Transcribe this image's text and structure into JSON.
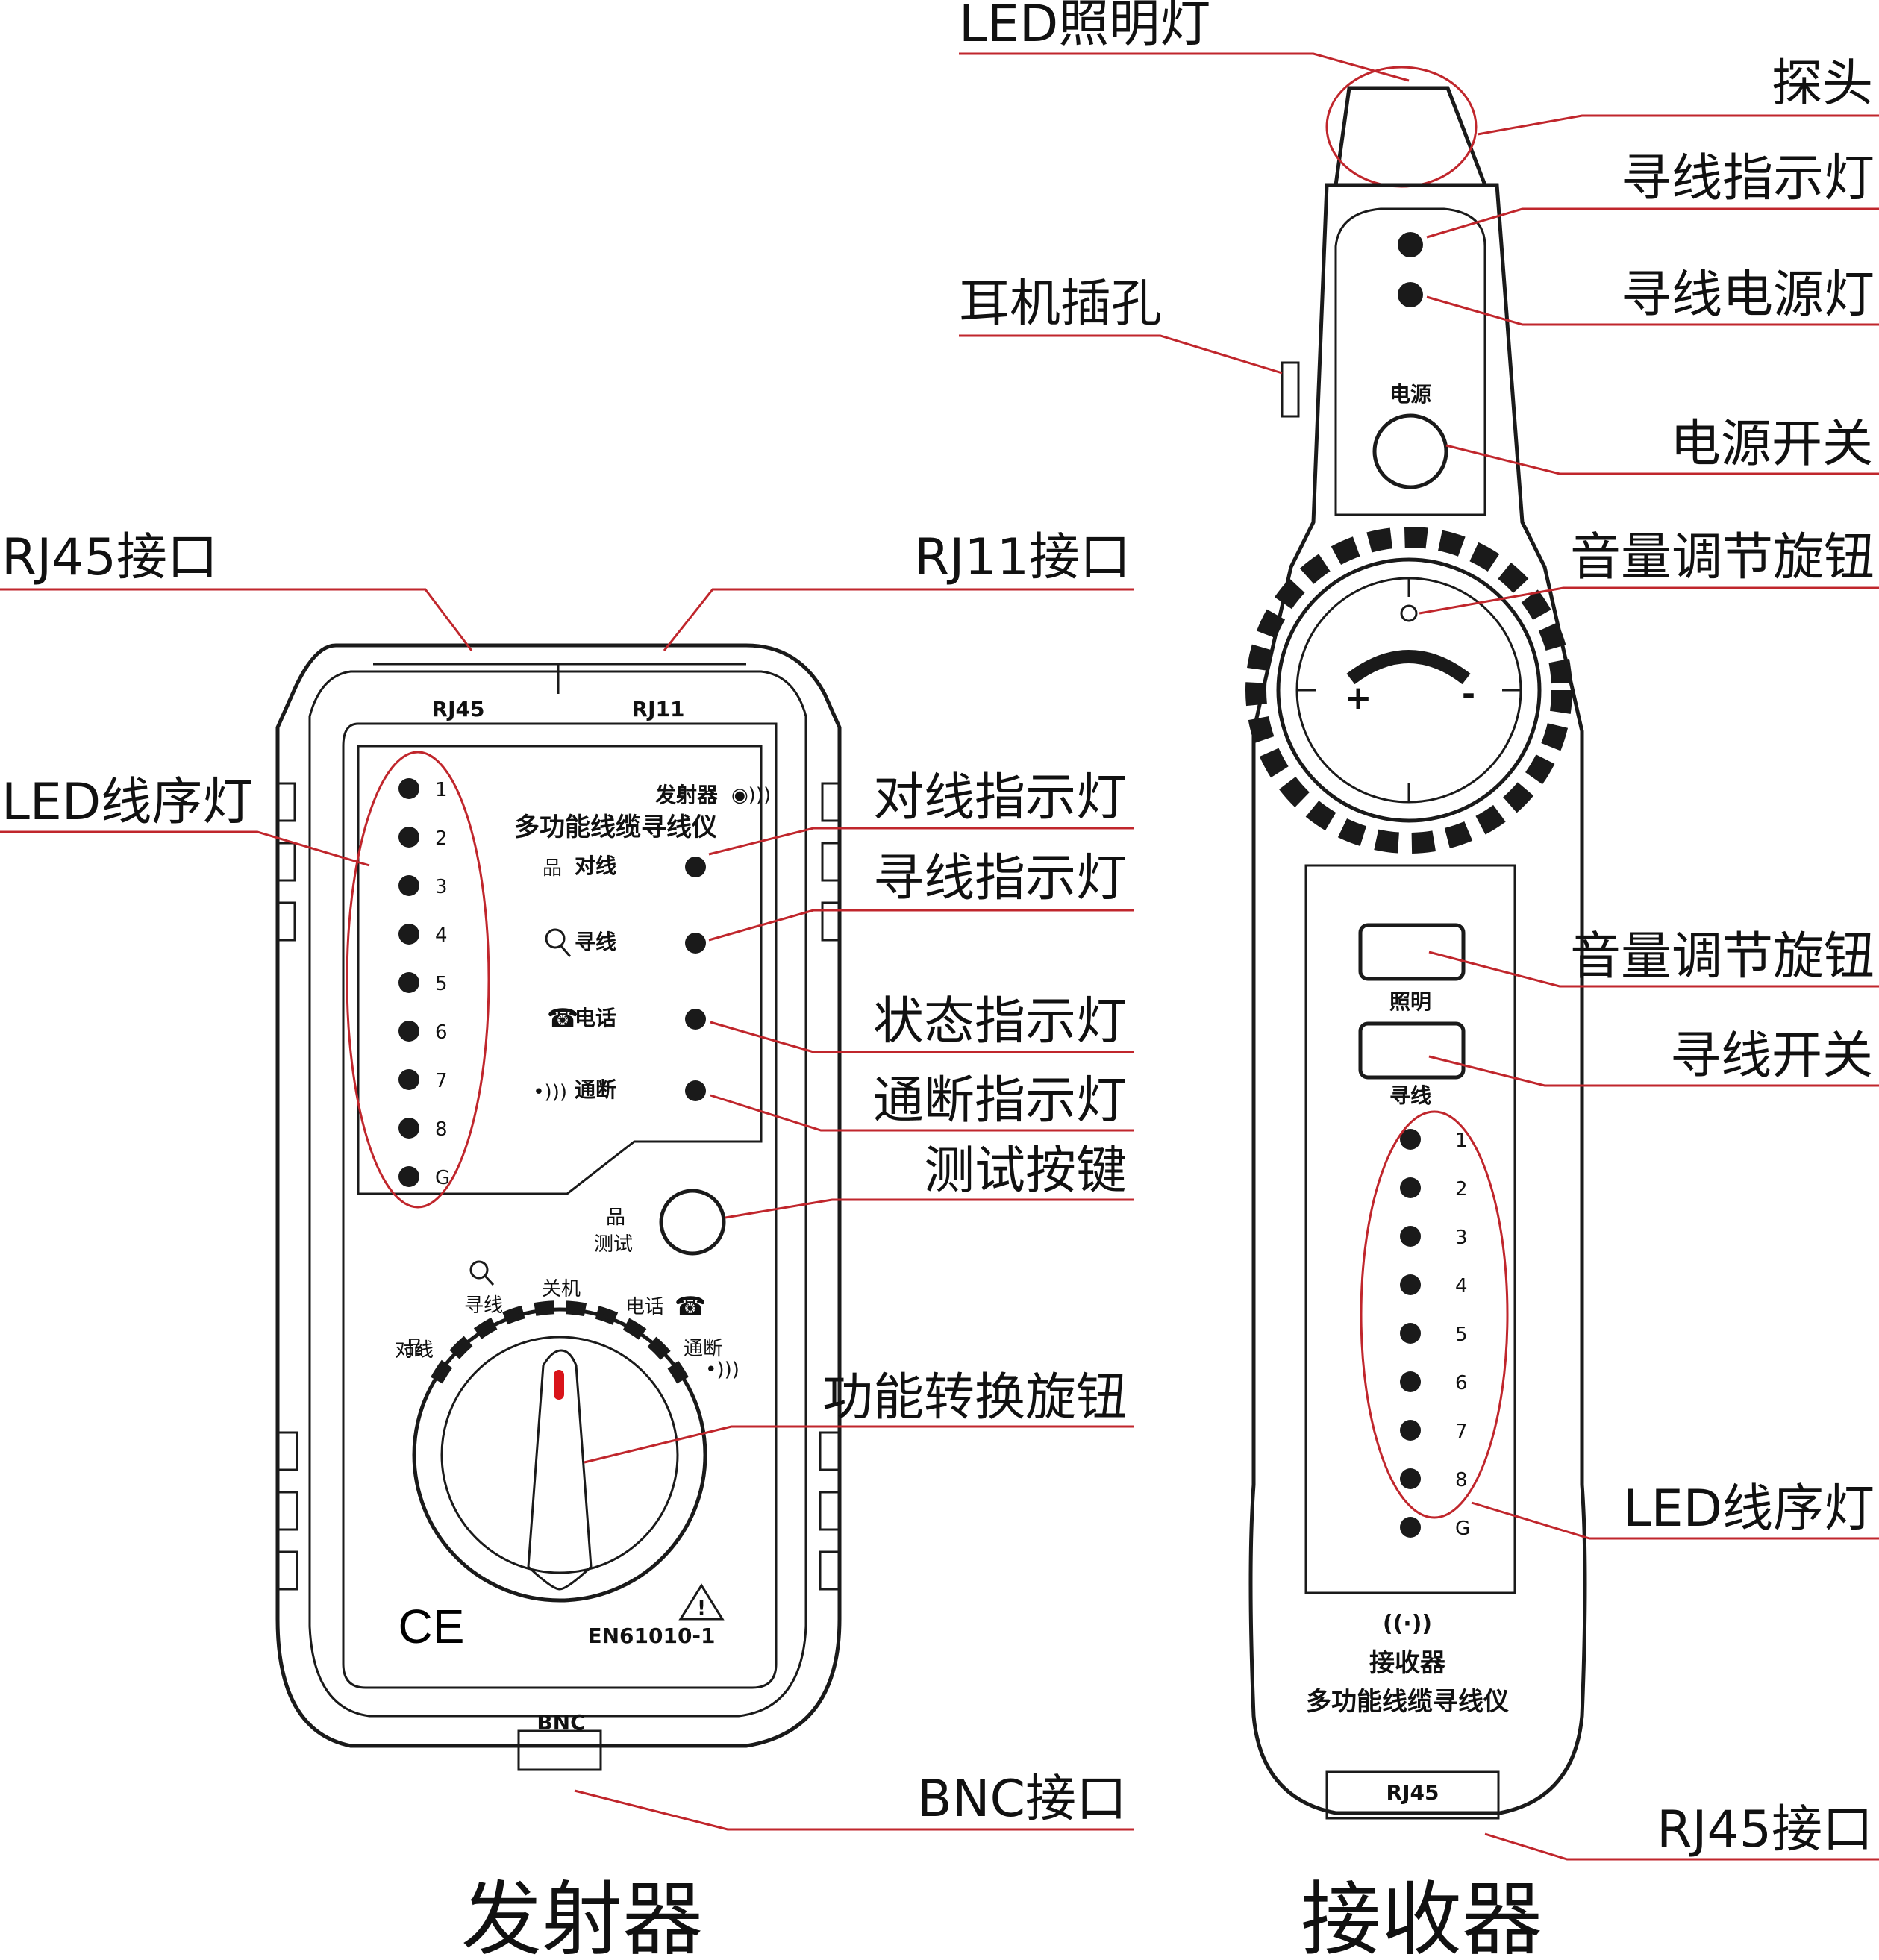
{
  "captions": {
    "transmitter": "发射器",
    "receiver": "接收器"
  },
  "transmitter": {
    "port_rj45": "RJ45",
    "port_rj11": "RJ11",
    "port_bnc": "BNC",
    "badge": "发射器",
    "product_name": "多功能线缆寻线仪",
    "led_labels": [
      "1",
      "2",
      "3",
      "4",
      "5",
      "6",
      "7",
      "8",
      "G"
    ],
    "indicators": [
      "对线",
      "寻线",
      "电话",
      "通断"
    ],
    "test_label": "测试",
    "dial_labels": [
      "对线",
      "寻线",
      "关机",
      "电话",
      "通断"
    ],
    "ce_mark": "CE",
    "standard": "EN61010-1"
  },
  "receiver": {
    "power_label": "电源",
    "dial_plus": "+",
    "dial_minus": "-",
    "light_button": "照明",
    "trace_button": "寻线",
    "led_labels": [
      "1",
      "2",
      "3",
      "4",
      "5",
      "6",
      "7",
      "8",
      "G"
    ],
    "name": "接收器",
    "product_name": "多功能线缆寻线仪",
    "port_rj45": "RJ45"
  },
  "callouts": {
    "tx_rj45": "RJ45接口",
    "tx_rj11": "RJ11接口",
    "tx_led_seq": "LED线序灯",
    "tx_pair_led": "对线指示灯",
    "tx_trace_led": "寻线指示灯",
    "tx_status_led": "状态指示灯",
    "tx_continuity_led": "通断指示灯",
    "tx_test_key": "测试按键",
    "tx_function_knob": "功能转换旋钮",
    "tx_bnc": "BNC接口",
    "rx_led_light": "LED照明灯",
    "rx_probe": "探头",
    "rx_trace_led": "寻线指示灯",
    "rx_power_led": "寻线电源灯",
    "rx_earphone": "耳机插孔",
    "rx_power_switch": "电源开关",
    "rx_volume_knob": "音量调节旋钮",
    "rx_light_button": "音量调节旋钮",
    "rx_trace_switch": "寻线开关",
    "rx_led_seq": "LED线序灯",
    "rx_rj45": "RJ45接口"
  }
}
